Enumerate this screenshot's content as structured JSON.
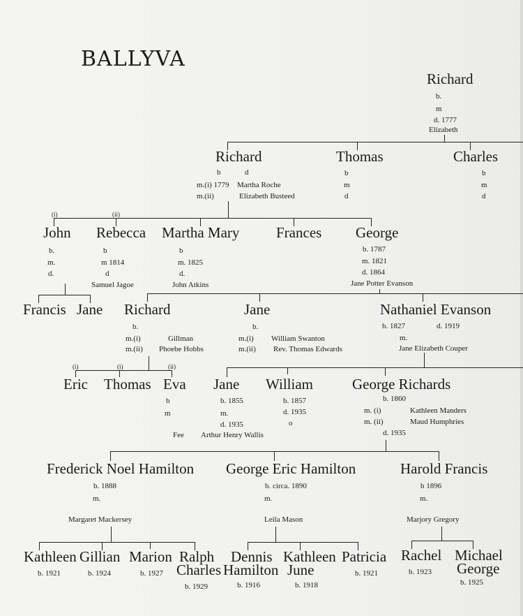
{
  "title": "BALLYVA",
  "gen1": {
    "richard": {
      "name": "Richard",
      "b": "b.",
      "m": "m",
      "d": "d. 1777",
      "spouse": "Elizabeth"
    }
  },
  "gen2": {
    "richard": {
      "name": "Richard",
      "b": "b",
      "d": "d",
      "m1": "m.(i) 1779",
      "spouse1": "Martha Roche",
      "m2": "m.(ii)",
      "spouse2": "Elizabeth Busteed"
    },
    "thomas": {
      "name": "Thomas",
      "b": "b",
      "m": "m",
      "d": "d"
    },
    "charles": {
      "name": "Charles",
      "b": "b",
      "m": "m",
      "d": "d"
    }
  },
  "gen3": {
    "mark_i": "(i)",
    "mark_ii": "(ii)",
    "john": {
      "name": "John",
      "b": "b.",
      "m": "m.",
      "d": "d."
    },
    "rebecca": {
      "name": "Rebecca",
      "b": "b",
      "m": "m 1814",
      "d": "d",
      "spouse": "Samuel Jagoe"
    },
    "martha_mary": {
      "name": "Martha Mary",
      "b": "b",
      "m": "m. 1825",
      "d": "d.",
      "spouse": "John Atkins"
    },
    "frances": {
      "name": "Frances"
    },
    "george": {
      "name": "George",
      "b": "b. 1787",
      "m": "m. 1821",
      "d": "d. 1864",
      "spouse": "Jane Potter Evanson"
    }
  },
  "gen4": {
    "francis": {
      "name": "Francis"
    },
    "jane_a": {
      "name": "Jane"
    },
    "richard": {
      "name": "Richard",
      "b": "b.",
      "m1": "m.(i)",
      "spouse1": "Gillman",
      "m2": "m.(ii)",
      "spouse2": "Phoebe Hobbs"
    },
    "jane_b": {
      "name": "Jane",
      "b": "b.",
      "m1": "m.(i)",
      "spouse1": "William Swanton",
      "m2": "m.(ii)",
      "spouse2": "Rev. Thomas Edwards"
    },
    "nathaniel": {
      "name": "Nathaniel Evanson",
      "b": "b. 1827",
      "d": "d. 1919",
      "m": "m.",
      "spouse": "Jane Elizabeth Couper"
    }
  },
  "gen5": {
    "eric": {
      "name": "Eric",
      "mark": "(i)"
    },
    "thomas": {
      "name": "Thomas",
      "mark": "(i)"
    },
    "eva": {
      "name": "Eva",
      "mark": "(ii)",
      "b": "b",
      "m": "m",
      "spouse": "Fee"
    },
    "jane": {
      "name": "Jane",
      "b": "b. 1855",
      "m": "m.",
      "d": "d. 1935",
      "spouse": "Arthur Henry Wallis"
    },
    "william": {
      "name": "William",
      "b": "b. 1857",
      "d": "d. 1935",
      "extra": "o"
    },
    "george_richards": {
      "name": "George Richards",
      "b": "b. 1860",
      "m1": "m. (i)",
      "spouse1": "Kathleen Manders",
      "m2": "m. (ii)",
      "spouse2": "Maud Humphries",
      "d": "d. 1935"
    }
  },
  "gen6": {
    "frederick": {
      "name": "Frederick Noel Hamilton",
      "b": "b. 1888",
      "m": "m.",
      "spouse": "Margaret Mackersey"
    },
    "george_eric": {
      "name": "George Eric Hamilton",
      "b": "b. circa. 1890",
      "m": "m.",
      "spouse": "Leila Mason"
    },
    "harold": {
      "name": "Harold Francis",
      "b": "b 1896",
      "m": "m.",
      "spouse": "Marjory Gregory"
    }
  },
  "gen7": {
    "kathleen": {
      "name": "Kathleen",
      "b": "b. 1921"
    },
    "gillian": {
      "name": "Gillian",
      "b": "b. 1924"
    },
    "marion": {
      "name": "Marion",
      "b": "b. 1927"
    },
    "ralph": {
      "name1": "Ralph",
      "name2": "Charles",
      "b": "b. 1929"
    },
    "dennis": {
      "name1": "Dennis",
      "name2": "Hamilton",
      "b": "b. 1916"
    },
    "kathleen_june": {
      "name1": "Kathleen",
      "name2": "June",
      "b": "b. 1918"
    },
    "patricia": {
      "name": "Patricia",
      "b": "b. 1921"
    },
    "rachel": {
      "name": "Rachel",
      "b": "b. 1923"
    },
    "michael": {
      "name1": "Michael",
      "name2": "George",
      "b": "b. 1925"
    }
  }
}
